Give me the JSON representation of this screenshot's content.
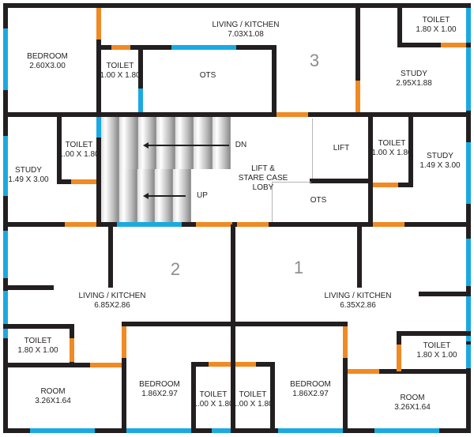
{
  "colors": {
    "wall": "#231f20",
    "window": "#1ba9e1",
    "door": "#f08a24",
    "unit_number": "#8c8c8c"
  },
  "units": [
    {
      "number": "1"
    },
    {
      "number": "2"
    },
    {
      "number": "3"
    }
  ],
  "rooms": {
    "unit3_bedroom": {
      "name": "BEDROOM",
      "size": "2.60X3.00"
    },
    "unit3_toilet": {
      "name": "TOILET",
      "size": "1.00 X 1.80"
    },
    "unit3_ots": {
      "name": "OTS"
    },
    "unit3_living": {
      "name": "LIVING / KITCHEN",
      "size": "7.03X1.08"
    },
    "unit3_top_toilet": {
      "name": "TOILET",
      "size": "1.80 X 1.00"
    },
    "unit3_study": {
      "name": "STUDY",
      "size": "2.95X1.88"
    },
    "left_study": {
      "name": "STUDY",
      "size": "1.49 X 3.00"
    },
    "left_toilet": {
      "name": "TOILET",
      "size": "1.00 X 1.80"
    },
    "right_toilet": {
      "name": "TOILET",
      "size": "1.00 X 1.80"
    },
    "right_study": {
      "name": "STUDY",
      "size": "1.49 X 3.00"
    },
    "lift": {
      "name": "LIFT"
    },
    "lobby": {
      "line1": "LIFT &",
      "line2": "STARE CASE",
      "line3": "LOBY"
    },
    "lobby_ots": {
      "name": "OTS"
    },
    "unit2_living": {
      "name": "LIVING / KITCHEN",
      "size": "6.85X2.86"
    },
    "unit1_living": {
      "name": "LIVING / KITCHEN",
      "size": "6.35X2.86"
    },
    "unit2_toilet": {
      "name": "TOILET",
      "size": "1.80 X 1.00"
    },
    "unit2_room": {
      "name": "ROOM",
      "size": "3.26X1.64"
    },
    "unit2_bedroom": {
      "name": "BEDROOM",
      "size": "1.86X2.97"
    },
    "unit2_bed_toilet": {
      "name": "TOILET",
      "size": "1.00 X 1.80"
    },
    "unit1_bed_toilet": {
      "name": "TOILET",
      "size": "1.00 X 1.80"
    },
    "unit1_bedroom": {
      "name": "BEDROOM",
      "size": "1.86X2.97"
    },
    "unit1_toilet": {
      "name": "TOILET",
      "size": "1.80 X 1.00"
    },
    "unit1_room": {
      "name": "ROOM",
      "size": "3.26X1.64"
    }
  },
  "stairs": {
    "down_label": "DN",
    "up_label": "UP"
  }
}
